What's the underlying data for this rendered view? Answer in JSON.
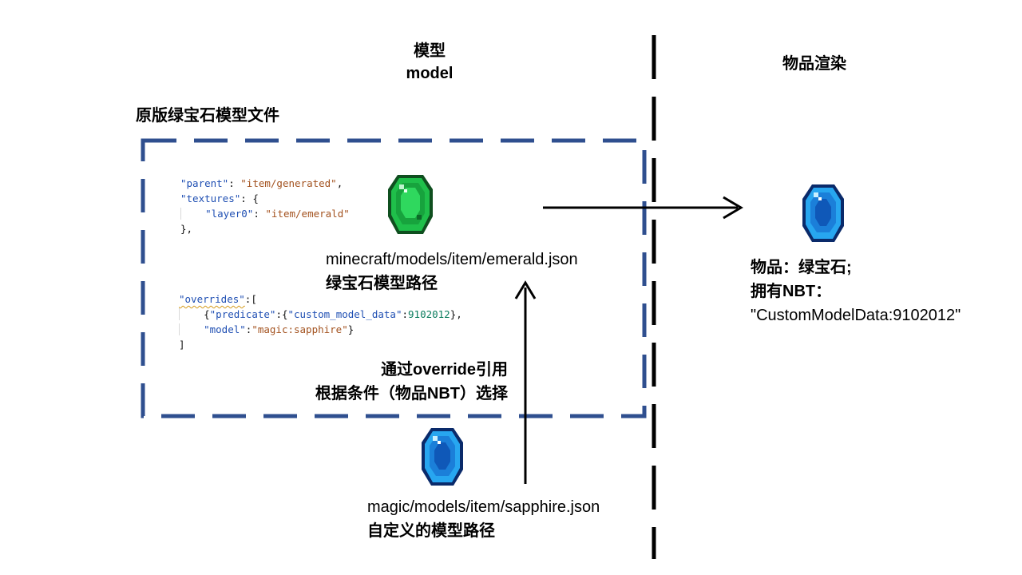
{
  "headings": {
    "model_zh": "模型",
    "model_en": "model",
    "render": "物品渲染",
    "vanilla_file": "原版绿宝石模型文件"
  },
  "code": {
    "parent_key": "\"parent\"",
    "parent_val": "\"item/generated\"",
    "textures_key": "\"textures\"",
    "layer_key": "\"layer0\"",
    "layer_val": "\"item/emerald\"",
    "overrides_key": "\"overrides\"",
    "predicate_key": "\"predicate\"",
    "cmd_key": "\"custom_model_data\"",
    "cmd_val": "9102012",
    "model_key": "\"model\"",
    "model_val": "\"magic:sapphire\""
  },
  "labels": {
    "emerald_path": "minecraft/models/item/emerald.json",
    "emerald_path_desc": "绿宝石模型路径",
    "override_line1": "通过override引用",
    "override_line2": "根据条件（物品NBT）选择",
    "sapphire_path": "magic/models/item/sapphire.json",
    "sapphire_path_desc": "自定义的模型路径",
    "result_line1": "物品：绿宝石;",
    "result_line2": "拥有NBT：",
    "result_line3": "\"CustomModelData:9102012\""
  },
  "icons": {
    "emerald": "emerald-gem-icon",
    "sapphire_result": "sapphire-gem-icon",
    "sapphire_source": "sapphire-gem-icon"
  },
  "colors": {
    "dashed_box": "#2f4f8f",
    "emerald": "#1fbf4a",
    "sapphire": "#1f8fe0"
  }
}
